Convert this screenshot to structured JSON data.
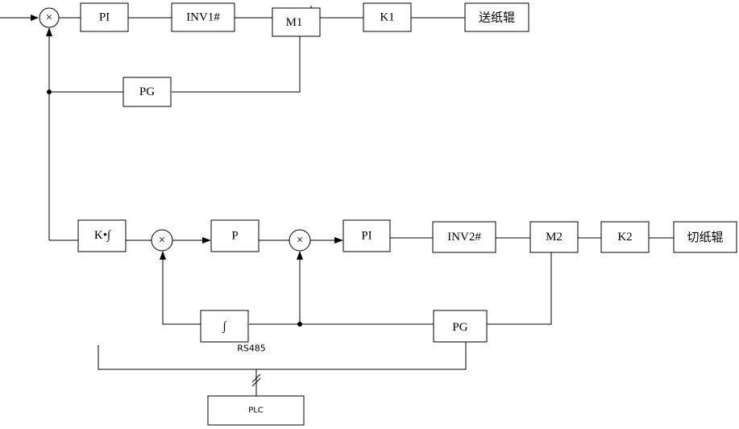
{
  "blocks": {
    "pi_top": "PI",
    "inv1": "INV1#",
    "m1": "M1",
    "k1": "K1",
    "feed_roller": "送纸辊",
    "pg_top": "PG",
    "k_integral": "K•∫",
    "p": "P",
    "pi_bottom": "PI",
    "inv2": "INV2#",
    "m2": "M2",
    "k2": "K2",
    "cut_roller": "切纸辊",
    "integral": "∫",
    "pg_bottom": "PG",
    "plc": "PLC"
  },
  "labels": {
    "rs485": "RS485"
  },
  "symbols": {
    "summing_junction": "×"
  }
}
